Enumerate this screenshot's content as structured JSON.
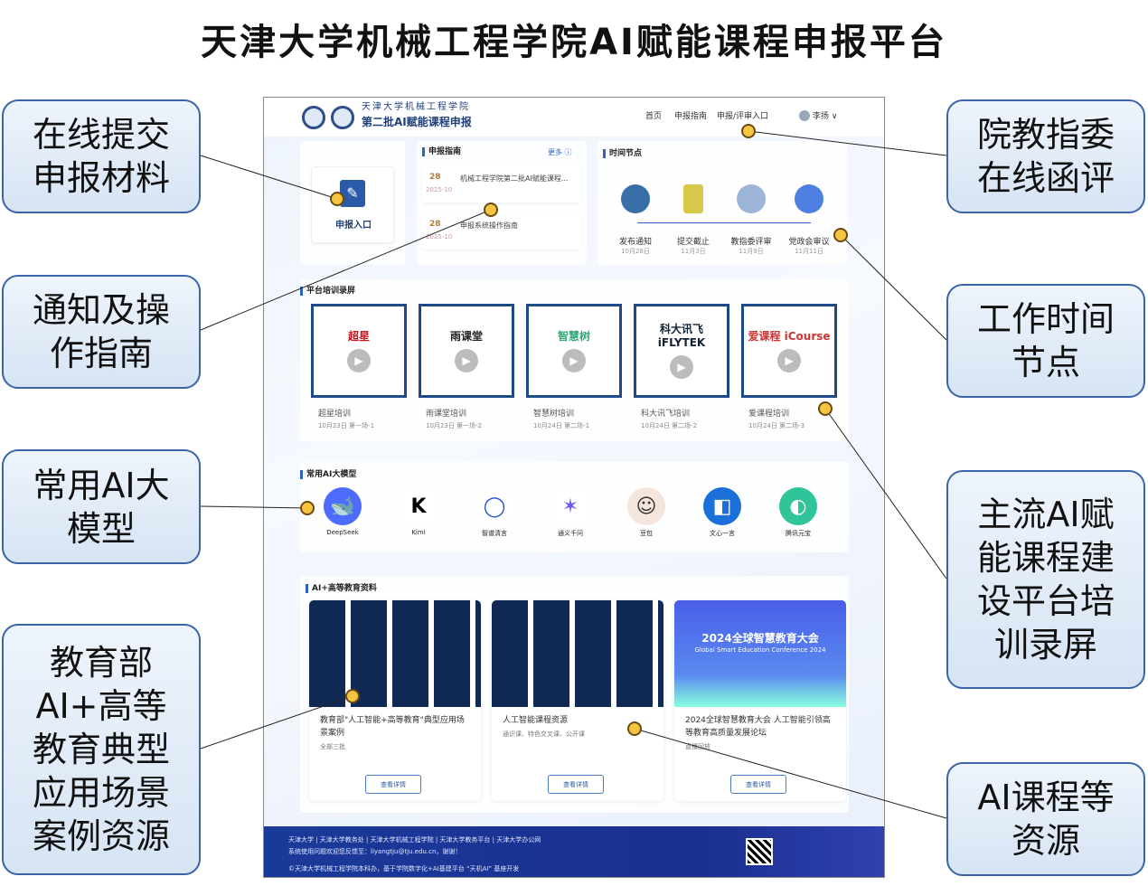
{
  "title": "天津大学机械工程学院AI赋能课程申报平台",
  "callouts": {
    "left": [
      "在线提交\n申报材料",
      "通知及操\n作指南",
      "常用AI大\n模型",
      "教育部\nAI+高等\n教育典型\n应用场景\n案例资源"
    ],
    "right": [
      "院教指委\n在线函评",
      "工作时间\n节点",
      "主流AI赋\n能课程建\n设平台培\n训录屏",
      "AI课程等\n资源"
    ]
  },
  "header": {
    "site_line1": "天津大学机械工程学院",
    "site_line2": "第二批AI赋能课程申报",
    "nav": [
      "首页",
      "申报指南",
      "申报/评审入口"
    ],
    "user": "李扬 ∨"
  },
  "entry": {
    "label": "申报入口"
  },
  "guide": {
    "title": "申报指南",
    "more": "更多 ⓘ",
    "items": [
      {
        "day": "28",
        "ym": "2025-10",
        "text": "机械工程学院第二批AI赋能课程..."
      },
      {
        "day": "28",
        "ym": "2025-10",
        "text": "申报系统操作指南"
      }
    ]
  },
  "timeline": {
    "title": "时间节点",
    "nodes": [
      {
        "label": "发布通知",
        "date": "10月28日"
      },
      {
        "label": "提交截止",
        "date": "11月3日"
      },
      {
        "label": "教指委评审",
        "date": "11月9日"
      },
      {
        "label": "党政会审议",
        "date": "11月11日"
      }
    ]
  },
  "training": {
    "title": "平台培训录屏",
    "items": [
      {
        "logo": "超星",
        "name": "超星培训",
        "sub": "10月23日 第一场-1"
      },
      {
        "logo": "雨课堂",
        "name": "雨课堂培训",
        "sub": "10月23日 第一场-2"
      },
      {
        "logo": "智慧树",
        "name": "智慧树培训",
        "sub": "10月24日 第二场-1"
      },
      {
        "logo": "科大讯飞 iFLYTEK",
        "name": "科大讯飞培训",
        "sub": "10月24日 第二场-2"
      },
      {
        "logo": "爱课程 iCourse",
        "name": "爱课程培训",
        "sub": "10月24日 第二场-3"
      }
    ]
  },
  "models": {
    "title": "常用AI大模型",
    "items": [
      "DeepSeek",
      "Kimi",
      "智谱清言",
      "通义千问",
      "豆包",
      "文心一言",
      "腾讯元宝"
    ]
  },
  "resources": {
    "title": "AI+高等教育资料",
    "items": [
      {
        "title": "教育部\"人工智能+高等教育\"典型应用场景案例",
        "sub": "全部三批",
        "button": "查看详情"
      },
      {
        "title": "人工智能课程资源",
        "sub": "通识课、特色交叉课、公开课",
        "button": "查看详情"
      },
      {
        "title": "2024全球智慧教育大会 人工智能引领高等教育高质量发展论坛",
        "sub": "直播回放",
        "button": "查看详情",
        "banner": "2024全球智慧教育大会",
        "banner_en": "Global Smart Education Conference 2024"
      }
    ]
  },
  "footer": {
    "links": "天津大学 | 天津大学教务处 | 天津大学机械工程学院 | 天津大学教务平台 | 天津大学办公网",
    "contact": "系统使用问题欢迎您反馈至：liyangtju@tju.edu.cn，谢谢！",
    "copyright": "©天津大学机械工程学院本科办，基于学院数字化+AI基建平台 “天机AI” 基座开发"
  },
  "colors": {
    "accent": "#2c62c4",
    "footer": "#1a2f8f",
    "dot": "#f5c542"
  }
}
